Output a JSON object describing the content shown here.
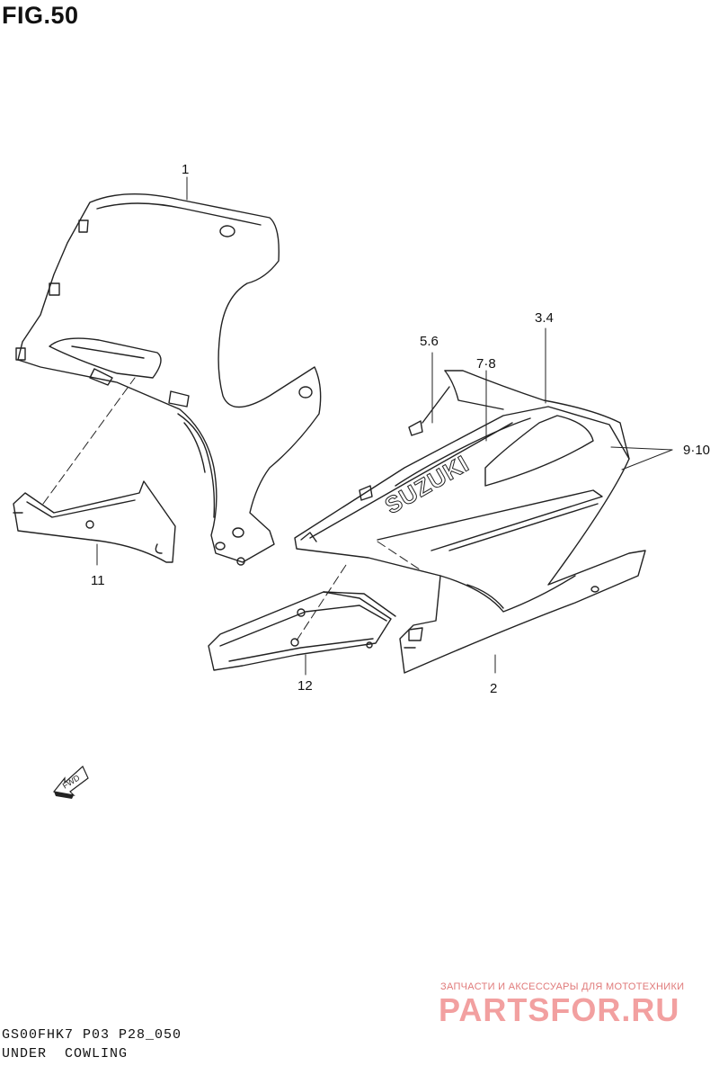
{
  "figure": {
    "title": "FIG.50"
  },
  "callouts": {
    "c1": "1",
    "c2": "2",
    "c34": "3.4",
    "c56": "5.6",
    "c78": "7·8",
    "c910": "9·10",
    "c11": "11",
    "c12": "12"
  },
  "decal_text": "SUZUKI",
  "fwd_label": "FWD",
  "footer": {
    "model_code": "GS00FHK7 P03 P28_050",
    "section_name": "UNDER  COWLING"
  },
  "watermark": {
    "tagline": "ЗАПЧАСТИ И АКСЕССУАРЫ ДЛЯ МОТОТЕХНИКИ",
    "brand": "PARTSFOR.RU"
  },
  "icons": {
    "fwd_arrow": "fwd-arrow-icon"
  }
}
